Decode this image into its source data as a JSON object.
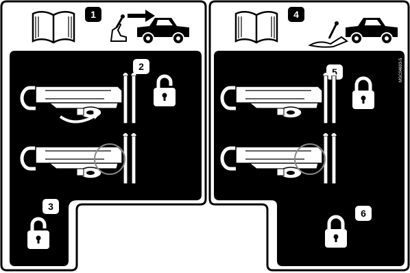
{
  "panels": {
    "left": {
      "step_top": "1",
      "step_mid": "2",
      "step_bottom": "3",
      "lock_mid": "unlocked",
      "lock_bottom": "unlocked"
    },
    "right": {
      "step_top": "4",
      "step_mid": "5",
      "step_bottom": "6",
      "lock_mid": "locked",
      "lock_bottom": "locked"
    }
  },
  "part_code": "MSC04693-5",
  "colors": {
    "panel_fill": "#000000",
    "label_fill": "#ffffff",
    "stroke": "#000000"
  },
  "icons": {
    "manual": "open-book-icon",
    "plow_raise": "plow-raise-icon",
    "plow_lower": "plow-lower-icon",
    "lock_open": "unlocked-padlock-icon",
    "lock_closed": "locked-padlock-icon"
  }
}
